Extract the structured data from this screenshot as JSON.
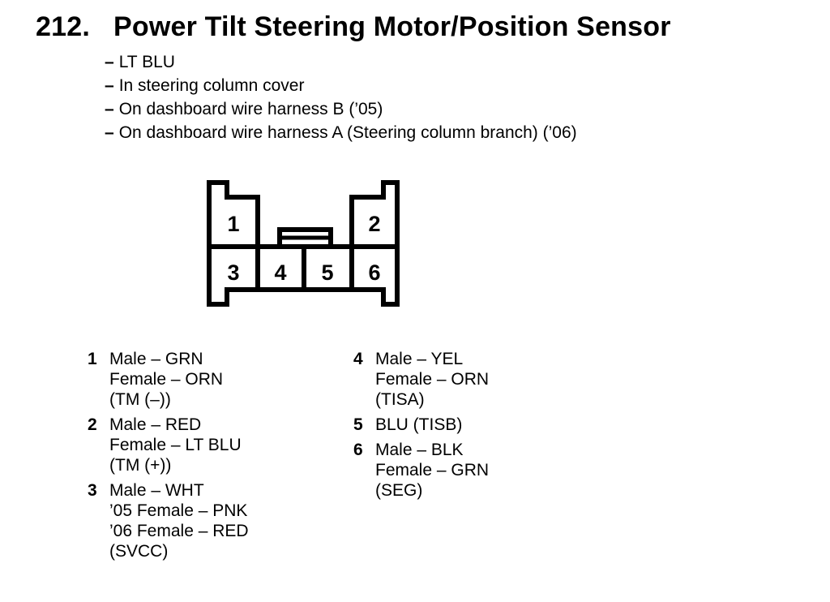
{
  "page": {
    "item_number": "212.",
    "title": "Power Tilt Steering Motor/Position Sensor",
    "note_dash": "–",
    "notes": [
      "LT BLU",
      "In steering column cover",
      "On dashboard wire harness B (’05)",
      "On dashboard wire harness A (Steering column branch) (’06)"
    ]
  },
  "connector": {
    "description": "6-cavity connector, front view",
    "pins": [
      "1",
      "2",
      "3",
      "4",
      "5",
      "6"
    ]
  },
  "legend": {
    "left": [
      {
        "num": "1",
        "lines": [
          "Male – GRN",
          "Female – ORN",
          "(TM (–))"
        ]
      },
      {
        "num": "2",
        "lines": [
          "Male – RED",
          "Female – LT BLU",
          "(TM (+))"
        ]
      },
      {
        "num": "3",
        "lines": [
          "Male – WHT",
          "’05 Female – PNK",
          "’06 Female – RED",
          "(SVCC)"
        ]
      }
    ],
    "right": [
      {
        "num": "4",
        "lines": [
          "Male – YEL",
          "Female – ORN",
          "(TISA)"
        ]
      },
      {
        "num": "5",
        "lines": [
          "BLU (TISB)"
        ]
      },
      {
        "num": "6",
        "lines": [
          "Male – BLK",
          "Female – GRN",
          "(SEG)"
        ]
      }
    ]
  },
  "colors": {
    "ink": "#000000",
    "paper": "#ffffff"
  }
}
